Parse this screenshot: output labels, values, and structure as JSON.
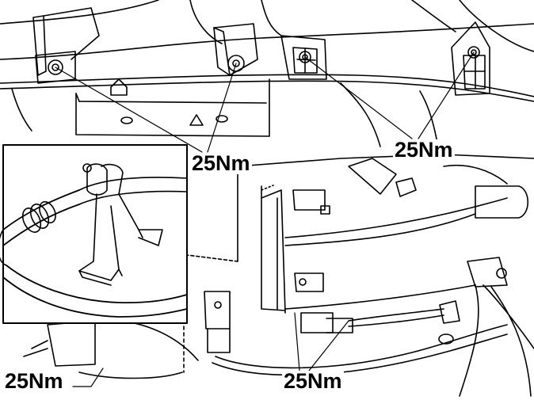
{
  "labels": {
    "torque_top_center": "25Nm",
    "torque_top_right": "25Nm",
    "torque_bottom_left": "25Nm",
    "torque_bottom_center": "25Nm"
  },
  "colors": {
    "line": "#000000",
    "background": "#ffffff"
  }
}
